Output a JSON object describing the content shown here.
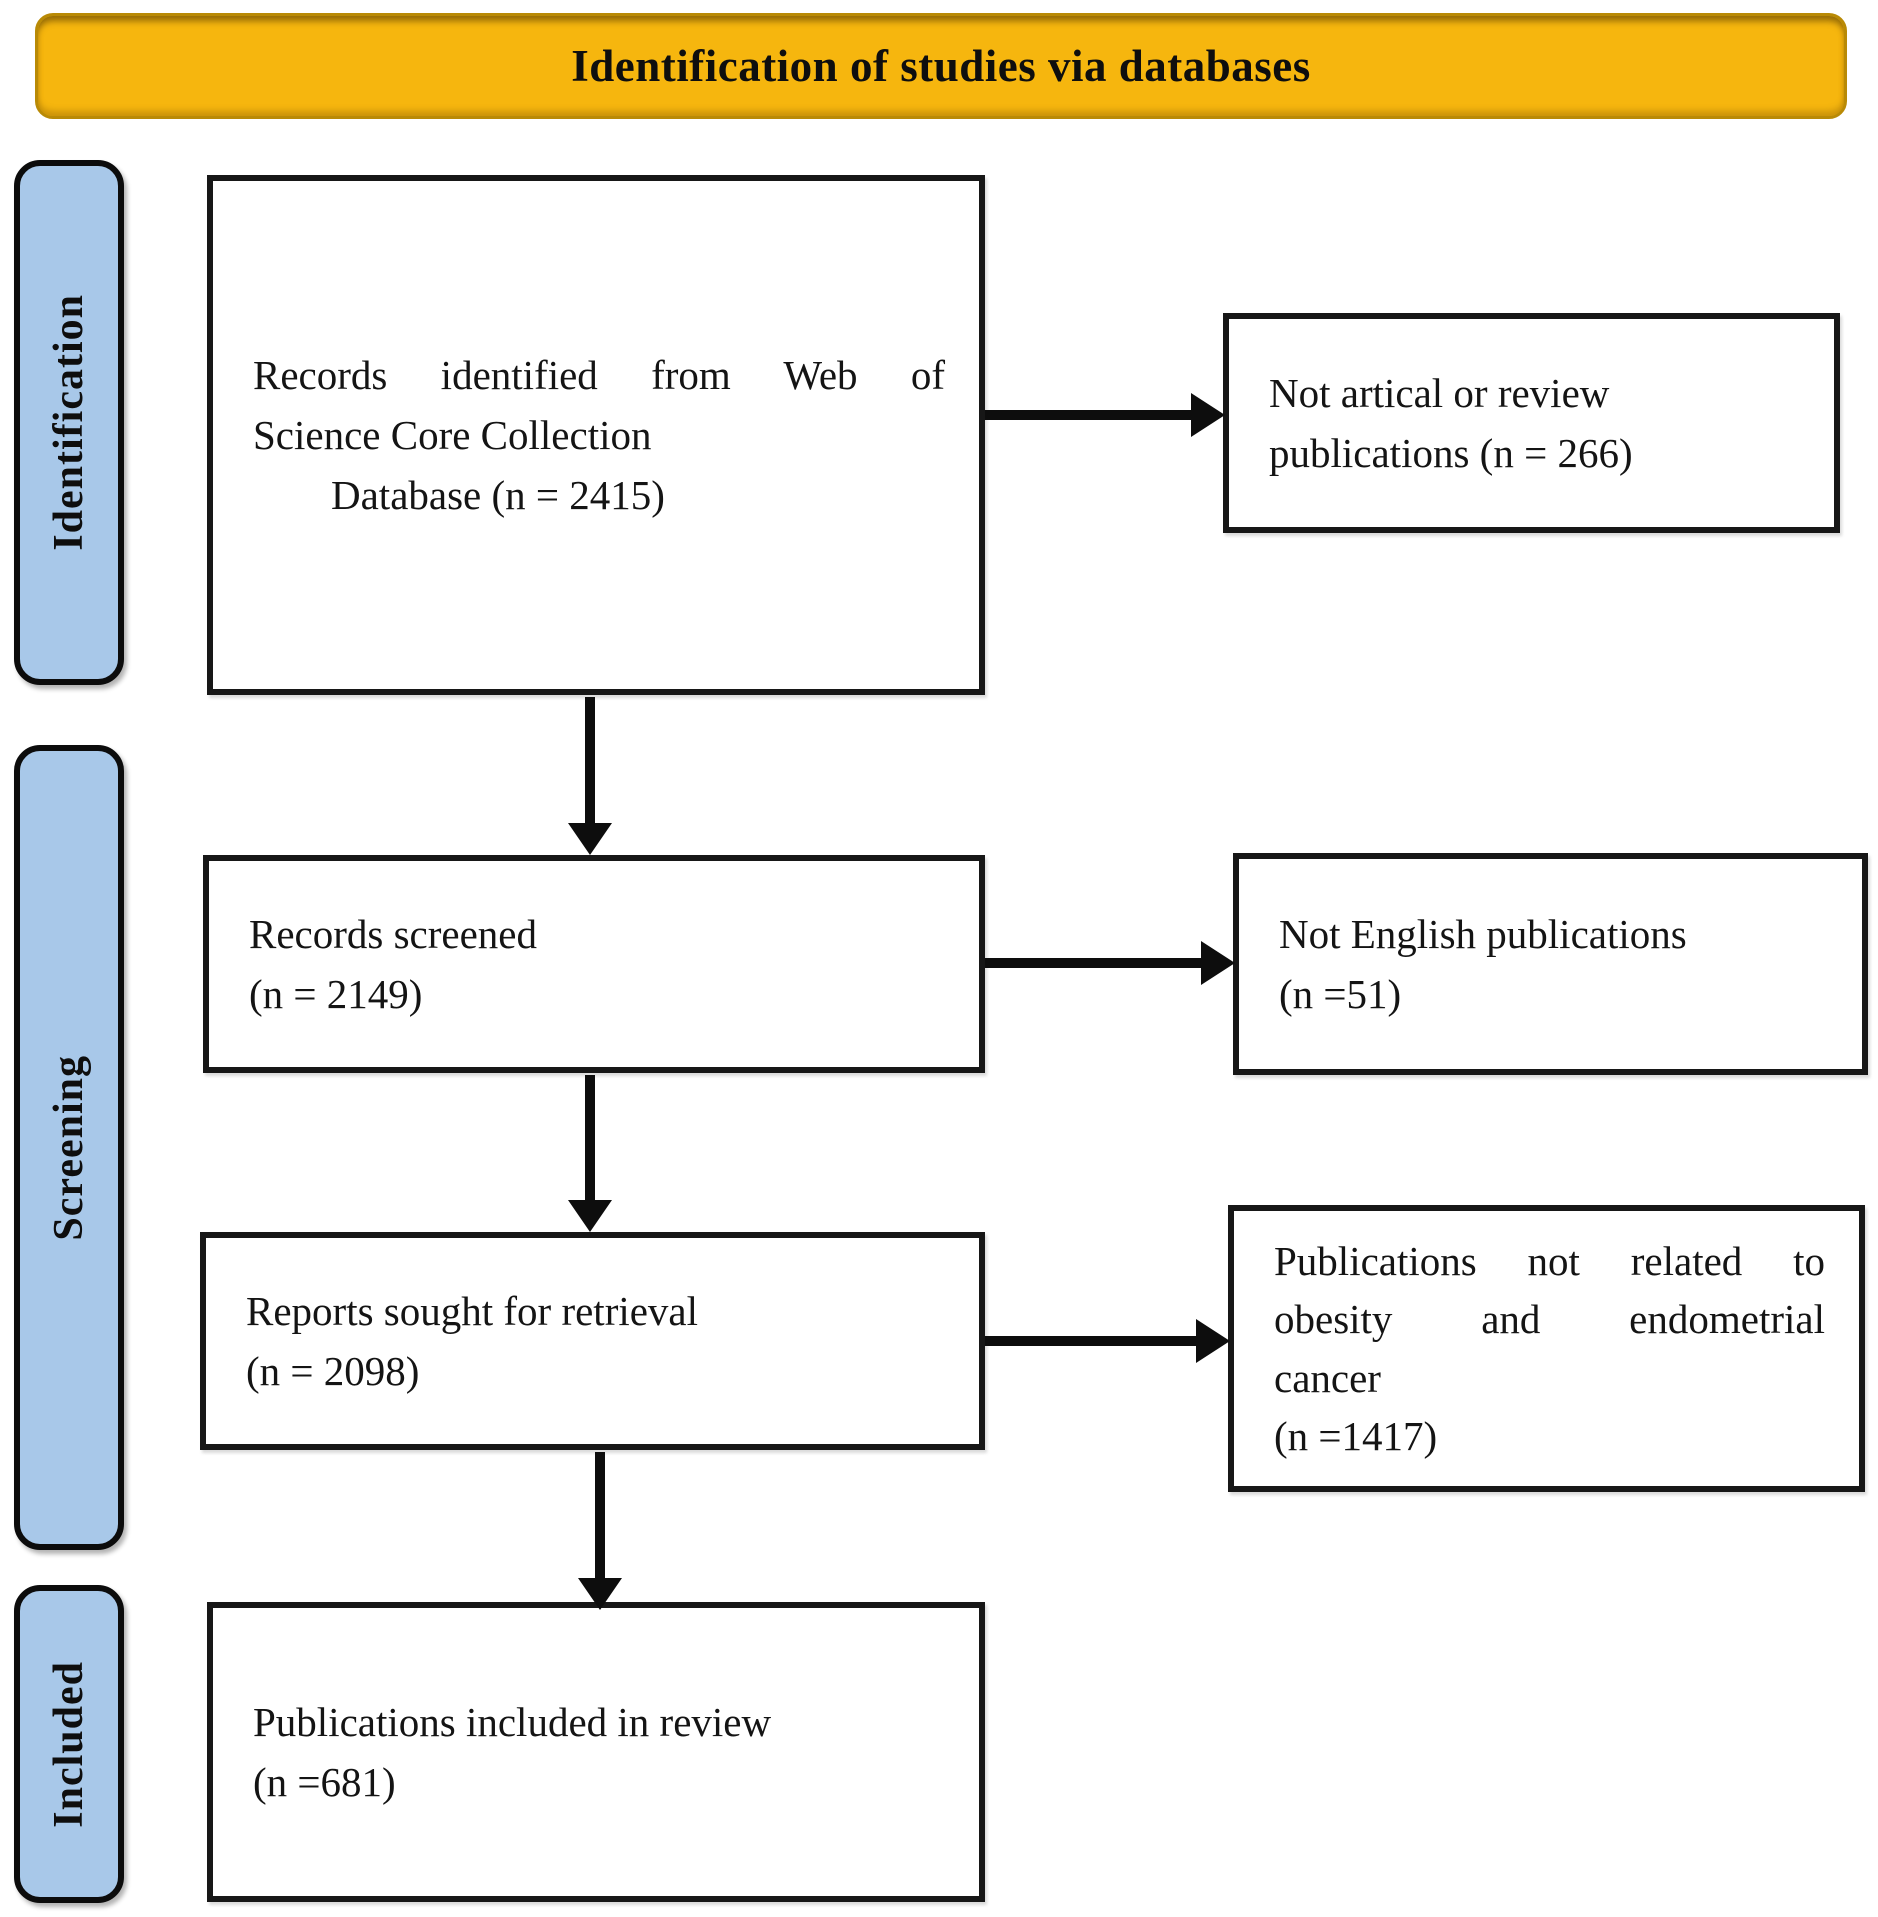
{
  "banner": {
    "title": "Identification of studies via databases"
  },
  "stages": {
    "identification": "Identification",
    "screening": "Screening",
    "included": "Included"
  },
  "boxes": {
    "records_identified": {
      "line1": "Records identified from Web of",
      "line2": "Science Core Collection",
      "line3": "Database (n = 2415)"
    },
    "records_screened": {
      "line1": "Records screened",
      "line2": "(n = 2149)"
    },
    "reports_sought": {
      "line1": "Reports sought for retrieval",
      "line2": "(n = 2098)"
    },
    "publications_included": {
      "line1": "Publications included in review",
      "line2": "(n =681)"
    },
    "not_article": {
      "line1": "Not artical or review",
      "line2": "publications (n = 266)"
    },
    "not_english": {
      "line1": "Not English publications",
      "line2": "(n =51)"
    },
    "not_related": {
      "line1": "Publications not related to",
      "line2": "obesity and endometrial",
      "line3": "cancer",
      "line4": "(n =1417)"
    }
  },
  "counts": {
    "identified": 2415,
    "not_article_or_review": 266,
    "screened": 2149,
    "not_english": 51,
    "sought_for_retrieval": 2098,
    "not_related": 1417,
    "included_in_review": 681
  },
  "colors": {
    "banner_fill": "#F6B60E",
    "banner_border": "#B98A06",
    "stage_fill": "#A8C8E9",
    "stage_border": "#0C0C0C",
    "box_border": "#171717",
    "arrow": "#0D0D0D",
    "text": "#141414"
  }
}
